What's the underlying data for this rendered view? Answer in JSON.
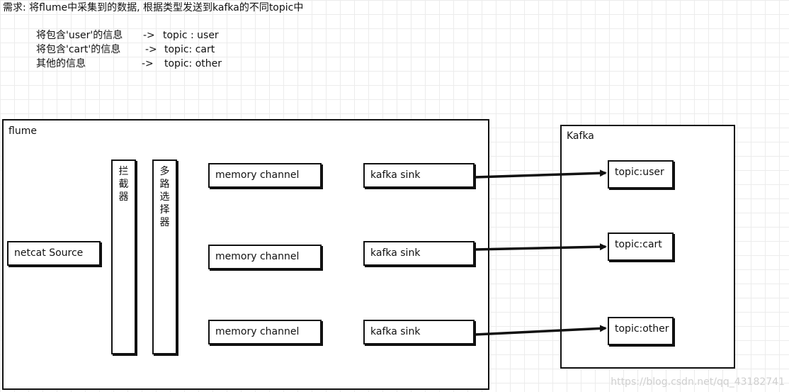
{
  "requirement": {
    "heading": "需求:  将flume中采集到的数据, 根据类型发送到kafka的不同topic中",
    "rules": [
      {
        "condition": "将包含'user'的信息",
        "arrow": "->",
        "target": "topic : user"
      },
      {
        "condition": "将包含'cart'的信息",
        "arrow": "->",
        "target": "topic:  cart"
      },
      {
        "condition": "其他的信息",
        "arrow": "->",
        "target": "topic:  other"
      }
    ]
  },
  "flume": {
    "label": "flume",
    "source": "netcat Source",
    "interceptor": "拦截器",
    "selector": "多路选择器",
    "channels": [
      "memory channel",
      "memory channel",
      "memory channel"
    ],
    "sinks": [
      "kafka sink",
      "kafka sink",
      "kafka sink"
    ]
  },
  "kafka": {
    "label": "Kafka",
    "topics": [
      "topic:user",
      "topic:cart",
      "topic:other"
    ]
  },
  "watermark": "https://blog.csdn.net/qq_43182741",
  "colors": {
    "stroke": "#111111",
    "grid": "#ececec"
  }
}
